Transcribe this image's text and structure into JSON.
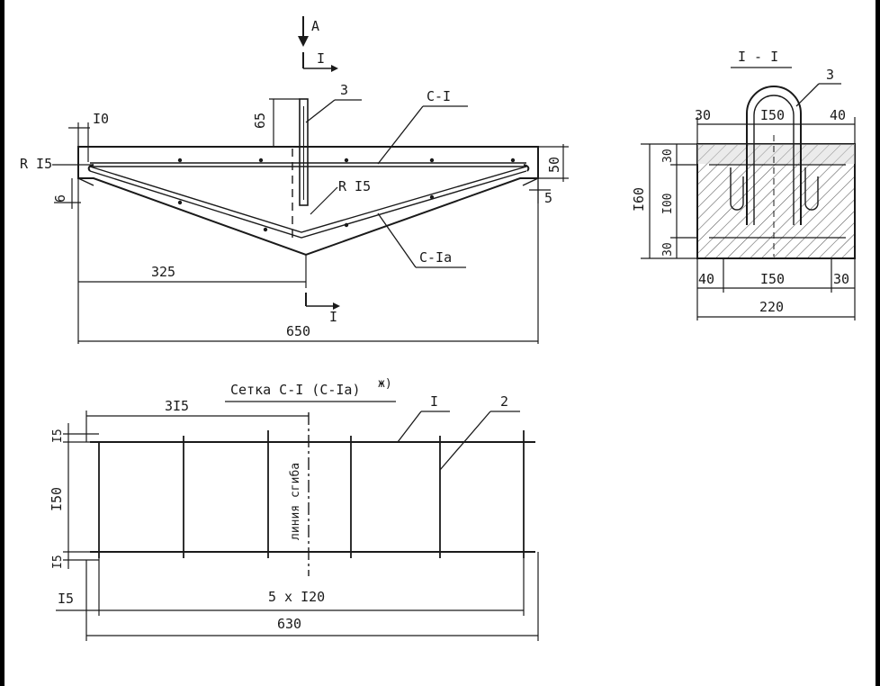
{
  "elevation": {
    "view_marker": "A",
    "section_tag_top": "I",
    "section_tag_bottom": "I",
    "part_3": "3",
    "mesh_top_label": "С-I",
    "mesh_bottom_label": "С-Iа",
    "dim_10": "I0",
    "dim_65": "65",
    "radius_left": "R I5",
    "radius_mid": "R I5",
    "dim_6": "6",
    "dim_50": "50",
    "dim_5": "5",
    "dim_325": "325",
    "dim_650": "650"
  },
  "section": {
    "title": "I - I",
    "part_3": "3",
    "dim_30_top": "30",
    "dim_150_top": "I50",
    "dim_40_top": "40",
    "dim_160": "I60",
    "dim_30_v": "30",
    "dim_100_v": "I00",
    "dim_30_v_bottom": "30",
    "dim_40_bottom": "40",
    "dim_150_bottom": "I50",
    "dim_30_bottom": "30",
    "dim_220": "220"
  },
  "mesh": {
    "title": "Сетка С-I (С-Iа)",
    "title_sup": "ж)",
    "symmetry_label": "линия сгиба",
    "part_1": "I",
    "part_2": "2",
    "dim_315": "3I5",
    "dim_15_top": "I5",
    "dim_150": "I50",
    "dim_15_mid": "I5",
    "dim_15_bottom": "I5",
    "dim_5x120": "5 x I20",
    "dim_630": "630"
  }
}
